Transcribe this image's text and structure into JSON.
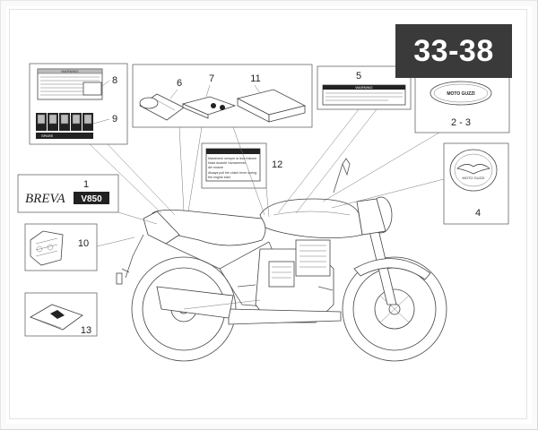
{
  "page_badge": "33-38",
  "callouts": {
    "c1": "1",
    "c23": "2 - 3",
    "c4": "4",
    "c5": "5",
    "c6": "6",
    "c7": "7",
    "c8": "8",
    "c9": "9",
    "c10": "10",
    "c11": "11",
    "c12": "12",
    "c13": "13"
  },
  "labels": {
    "warning_label_5": "WARNING",
    "warning_label_8": "WARNING",
    "brand_oval": "MOTO GUZZI",
    "model_script": "BREVA",
    "model_number": "V850",
    "emblem_text": "MOTO GUZZI",
    "spare": "SPARE",
    "label12_line1": "Mantenere sempre la leva frizione",
    "label12_line2": "tirata durante l'avviamento",
    "label12_line3": "del motore",
    "label12_line4": "Always pull the clutch lever during",
    "label12_line5": "the engine start"
  },
  "colors": {
    "line": "#555555",
    "badge_bg": "#3a3a3a",
    "badge_text": "#ffffff"
  }
}
